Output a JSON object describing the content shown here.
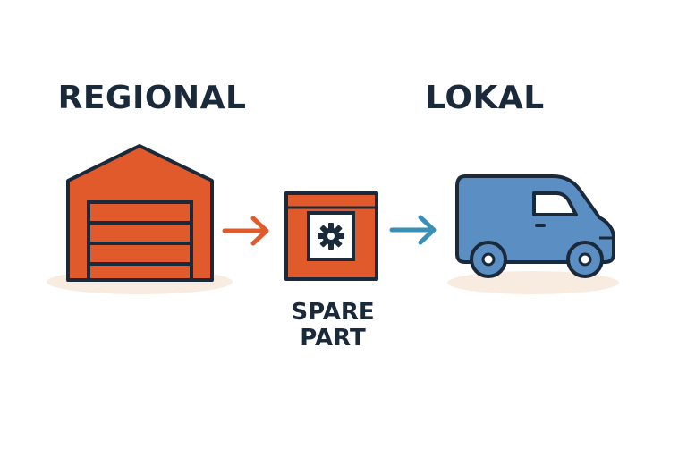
{
  "labels": {
    "regional": "REGIONAL",
    "lokal": "LOKAL",
    "part_line1": "SPARE",
    "part_line2": "PART"
  },
  "icons": {
    "warehouse": "warehouse-icon",
    "part": "spare-part-box-icon",
    "gear": "gear-icon",
    "van": "delivery-van-icon",
    "arrow_1": "arrow-right-icon",
    "arrow_2": "arrow-right-icon"
  },
  "colors": {
    "ink": "#1b2a3a",
    "orange": "#e05a2b",
    "blue_arrow": "#3a8fb7",
    "van_blue": "#5b8fc4",
    "van_window": "#ffffff",
    "shadow": "#f7ecdf",
    "box_inner": "#ffffff"
  }
}
